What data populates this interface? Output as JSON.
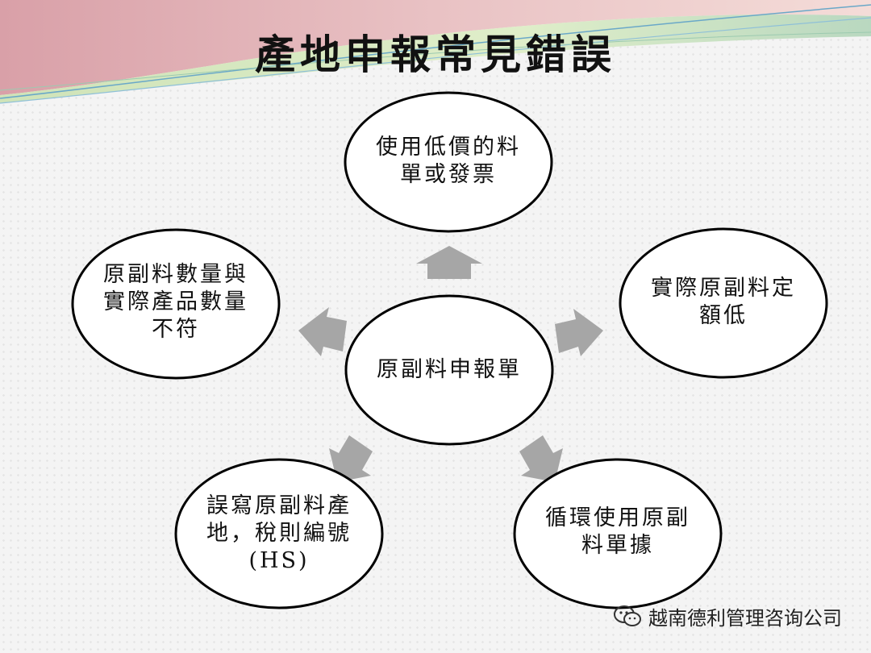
{
  "title": "產地申報常見錯誤",
  "center": "原副料申報單",
  "nodes": {
    "top": "使用低價的料\n單或發票",
    "left": "原副料數量與\n實際產品數量\n不符",
    "right": "實際原副料定\n額低",
    "bottom_left": "誤寫原副料產\n地，稅則編號\n(HS)",
    "bottom_right": "循環使用原副\n料單據"
  },
  "watermark": "越南德利管理咨询公司",
  "colors": {
    "arrow": "#a6a6a6",
    "outline": "#000000",
    "fill": "#ffffff",
    "banner_pink": "#e6b3b8",
    "banner_green": "#c9e0b0"
  }
}
